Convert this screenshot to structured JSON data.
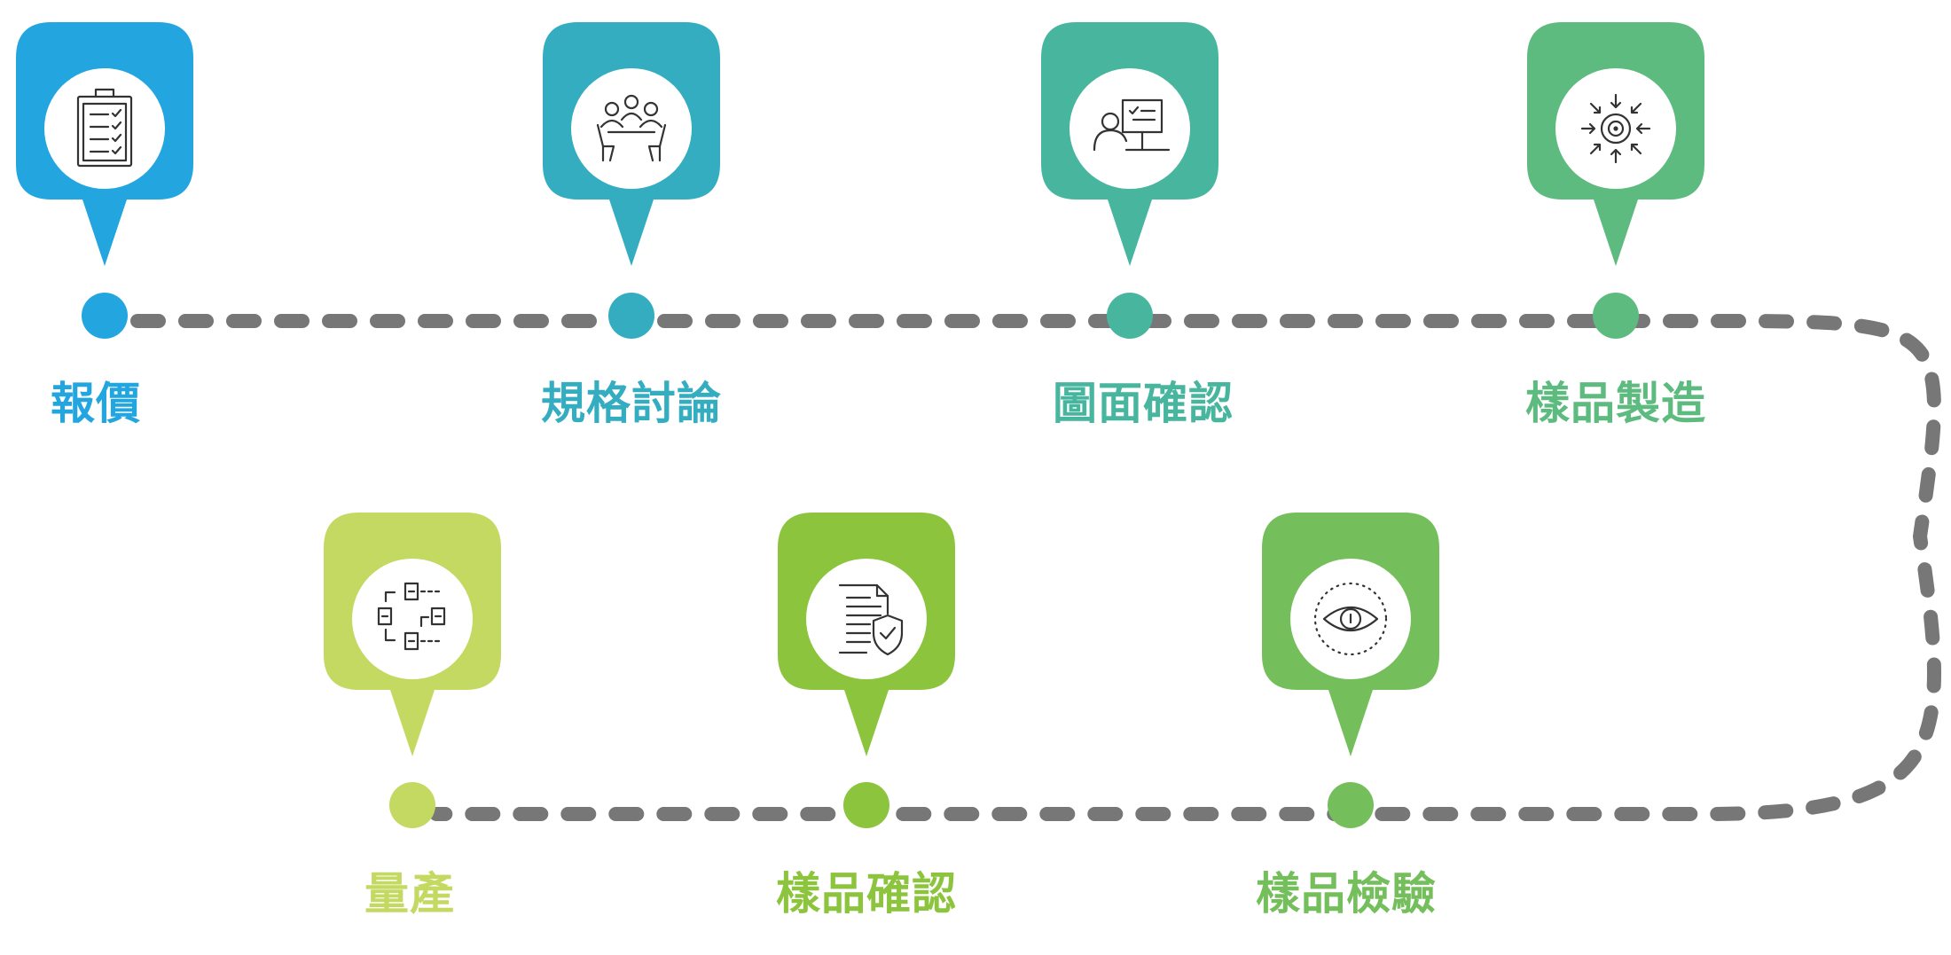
{
  "steps": [
    {
      "label": "報價",
      "icon": "clipboard-checklist-icon",
      "color": "#23a6e0"
    },
    {
      "label": "規格討論",
      "icon": "meeting-table-icon",
      "color": "#34adc1"
    },
    {
      "label": "圖面確認",
      "icon": "presentation-screen-icon",
      "color": "#48b59e"
    },
    {
      "label": "樣品製造",
      "icon": "target-focus-icon",
      "color": "#5ebb7f"
    },
    {
      "label": "量產",
      "icon": "process-blocks-icon",
      "color": "#c4d962"
    },
    {
      "label": "樣品確認",
      "icon": "document-shield-icon",
      "color": "#8cc43e"
    },
    {
      "label": "樣品檢驗",
      "icon": "eye-inspection-icon",
      "color": "#74bf5b"
    }
  ],
  "connector_color": "#777777"
}
